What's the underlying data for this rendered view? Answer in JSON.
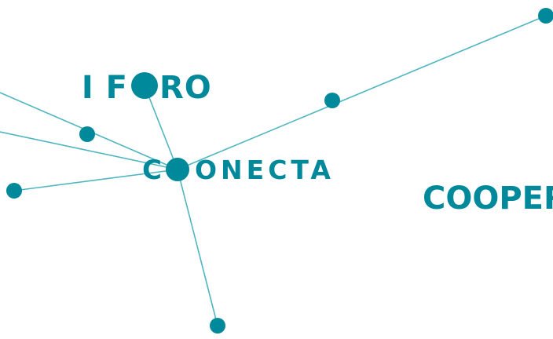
{
  "logo": {
    "line1": {
      "before": "I F",
      "after": "RO"
    },
    "line2": {
      "before": "C",
      "after": "ONECTA"
    },
    "tagline": "COOPER"
  },
  "colors": {
    "primary": "#00899a",
    "line": "#4fb6c1",
    "background": "#ffffff"
  }
}
